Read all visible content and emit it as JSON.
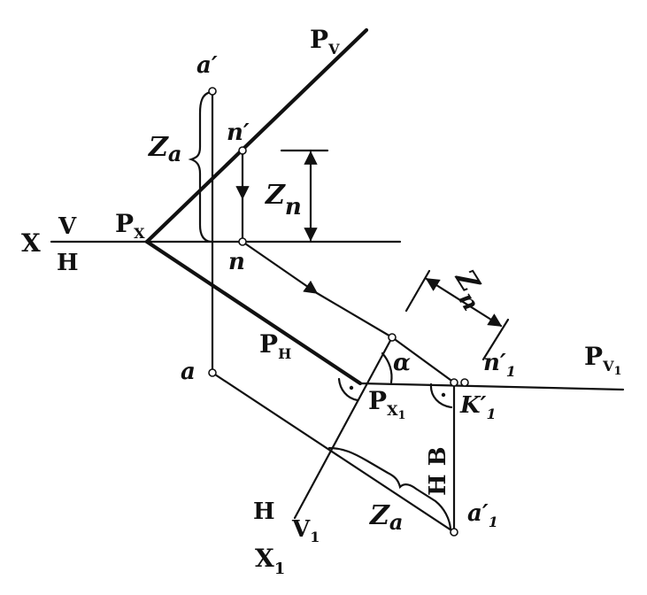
{
  "labels": {
    "pv": {
      "main": "P",
      "sub": "V"
    },
    "px": {
      "main": "P",
      "sub": "X"
    },
    "ph": {
      "main": "P",
      "sub": "H"
    },
    "pv1": {
      "main": "P",
      "sub": "V",
      "sub2": "1"
    },
    "px1": {
      "main": "P",
      "sub": "X",
      "sub2": "1"
    },
    "a_prime": "a′",
    "a": "a",
    "n_prime": "n′",
    "n": "n",
    "n1_prime": {
      "main": "n′",
      "sub": "1"
    },
    "k1_prime": {
      "main": "K′",
      "sub": "1"
    },
    "a1_prime": {
      "main": "a′",
      "sub": "1"
    },
    "za_top": {
      "main": "Z",
      "sub": "a"
    },
    "za_bottom": {
      "main": "Z",
      "sub": "a"
    },
    "zn_left": {
      "main": "Z",
      "sub": "n"
    },
    "zn_right": {
      "main": "Z",
      "sub": "n"
    },
    "alpha": "α",
    "hb": "H B",
    "x": "X",
    "v": "V",
    "h": "H",
    "h_lower": "H",
    "v1": {
      "main": "V",
      "sub": "1"
    },
    "x1": {
      "main": "X",
      "sub": "1"
    }
  }
}
